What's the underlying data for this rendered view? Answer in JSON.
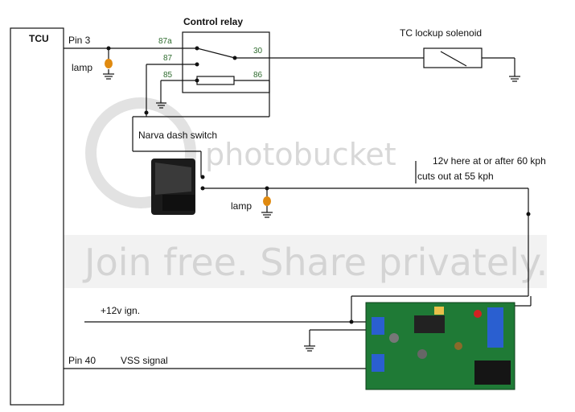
{
  "labels": {
    "tcu": "TCU",
    "pin3": "Pin 3",
    "pin40": "Pin 40",
    "vss": "VSS signal",
    "lamp1": "lamp",
    "lamp2": "lamp",
    "control_relay": "Control relay",
    "p87a": "87a",
    "p87": "87",
    "p85": "85",
    "p30": "30",
    "p86": "86",
    "tc_solenoid": "TC lockup solenoid",
    "narva": "Narva dash switch",
    "note1": "12v here at or after 60 kph",
    "note2": "cuts out at 55 kph",
    "ign": "+12v ign."
  },
  "watermark": {
    "brand": "photobucket",
    "slogan": "Join free. Share privately."
  },
  "colors": {
    "wire": "#111111",
    "lamp": "#e08a10",
    "pin_label": "#2e6b2e",
    "pcb": "#1f7a36",
    "watermark": "#d8d8d8"
  }
}
